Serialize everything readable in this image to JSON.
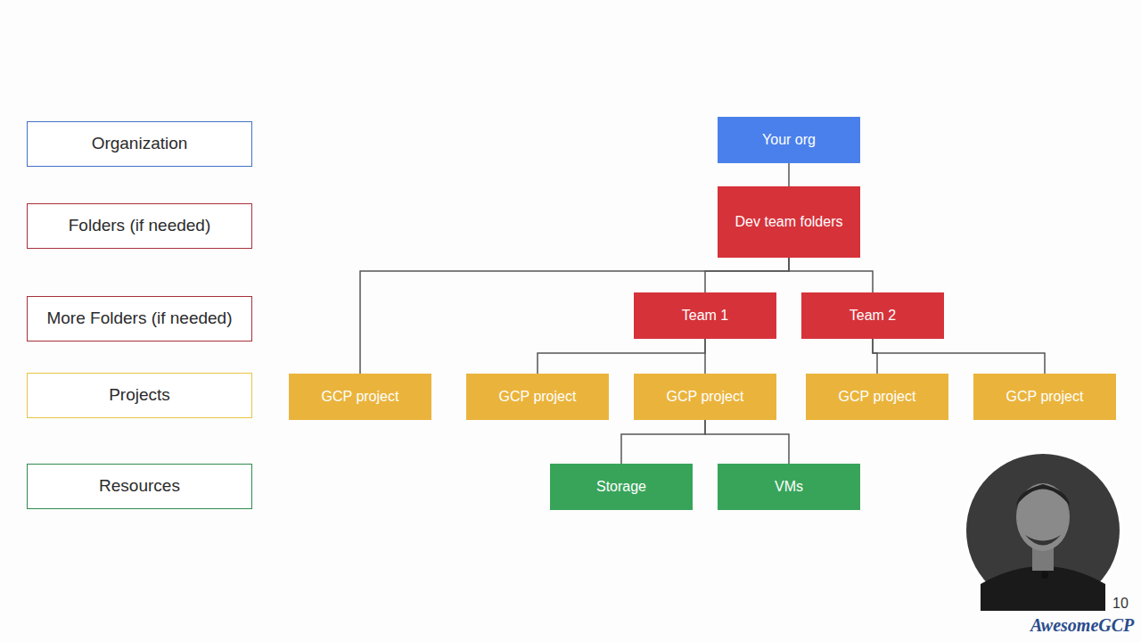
{
  "diagram": {
    "nodes": [
      {
        "text": [
          "Organization"
        ]
      },
      {
        "text": [
          "Folders (if needed)"
        ]
      },
      {
        "text": [
          "More Folders (if needed)"
        ]
      },
      {
        "text": [
          "Projects"
        ]
      },
      {
        "text": [
          "Resources"
        ]
      },
      {
        "text": [
          "Your org"
        ]
      },
      {
        "text": [
          "Dev team folders"
        ]
      },
      {
        "text": [
          "Team 1"
        ]
      },
      {
        "text": [
          "Team 2"
        ]
      },
      {
        "text": [
          "GCP project"
        ]
      },
      {
        "text": [
          "GCP project"
        ]
      },
      {
        "text": [
          "GCP project"
        ]
      },
      {
        "text": [
          "GCP project"
        ]
      },
      {
        "text": [
          "GCP project"
        ]
      },
      {
        "text": [
          "Storage"
        ]
      },
      {
        "text": [
          "VMs"
        ]
      }
    ],
    "edges": [
      {
        "from": 5,
        "to": 6,
        "arrow": "none"
      },
      {
        "from": 6,
        "to": 9,
        "arrow": "none"
      },
      {
        "from": 6,
        "to": 7,
        "arrow": "none"
      },
      {
        "from": 6,
        "to": 8,
        "arrow": "none"
      },
      {
        "from": 7,
        "to": 10,
        "arrow": "none"
      },
      {
        "from": 7,
        "to": 11,
        "arrow": "none"
      },
      {
        "from": 8,
        "to": 12,
        "arrow": "none"
      },
      {
        "from": 8,
        "to": 13,
        "arrow": "none"
      },
      {
        "from": 11,
        "to": 14,
        "arrow": "none"
      },
      {
        "from": 11,
        "to": 15,
        "arrow": "none"
      }
    ],
    "labels": [
      "10",
      "AwesomeGCP"
    ]
  }
}
